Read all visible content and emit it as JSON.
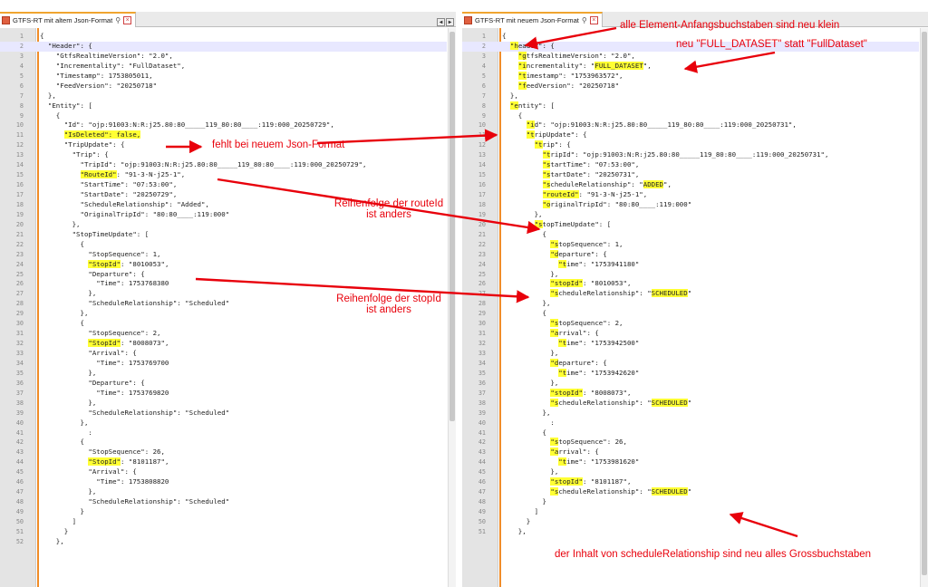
{
  "left": {
    "tab_title": "GTFS-RT mit altem Json-Format",
    "current_line": 2,
    "lines": [
      {
        "n": "1",
        "text": "{",
        "hl": []
      },
      {
        "n": "2",
        "text": "  \"Header\": {",
        "hl": []
      },
      {
        "n": "3",
        "text": "    \"GtfsRealtimeVersion\": \"2.0\",",
        "hl": []
      },
      {
        "n": "4",
        "text": "    \"Incrementality\": \"FullDataset\",",
        "hl": []
      },
      {
        "n": "5",
        "text": "    \"Timestamp\": 1753805011,",
        "hl": []
      },
      {
        "n": "6",
        "text": "    \"FeedVersion\": \"20250718\"",
        "hl": []
      },
      {
        "n": "7",
        "text": "  },",
        "hl": []
      },
      {
        "n": "8",
        "text": "  \"Entity\": [",
        "hl": []
      },
      {
        "n": "9",
        "text": "    {",
        "hl": []
      },
      {
        "n": "10",
        "text": "      \"Id\": \"ojp:91003:N:R:j25.80:80_____119_80:80____:119:000_20250729\",",
        "hl": []
      },
      {
        "n": "11",
        "text": "      \"IsDeleted\": false,",
        "hl": [
          "\"IsDeleted\": false,"
        ]
      },
      {
        "n": "12",
        "text": "      \"TripUpdate\": {",
        "hl": []
      },
      {
        "n": "13",
        "text": "        \"Trip\": {",
        "hl": []
      },
      {
        "n": "14",
        "text": "          \"TripId\": \"ojp:91003:N:R:j25.80:80_____119_80:80____:119:000_20250729\",",
        "hl": []
      },
      {
        "n": "15",
        "text": "          \"RouteId\": \"91-3-N-j25-1\",",
        "hl": [
          "\"RouteId\""
        ]
      },
      {
        "n": "16",
        "text": "          \"StartTime\": \"07:53:00\",",
        "hl": []
      },
      {
        "n": "17",
        "text": "          \"StartDate\": \"20250729\",",
        "hl": []
      },
      {
        "n": "18",
        "text": "          \"ScheduleRelationship\": \"Added\",",
        "hl": []
      },
      {
        "n": "19",
        "text": "          \"OriginalTripId\": \"80:80____:119:000\"",
        "hl": []
      },
      {
        "n": "20",
        "text": "        },",
        "hl": []
      },
      {
        "n": "21",
        "text": "        \"StopTimeUpdate\": [",
        "hl": []
      },
      {
        "n": "22",
        "text": "          {",
        "hl": []
      },
      {
        "n": "23",
        "text": "            \"StopSequence\": 1,",
        "hl": []
      },
      {
        "n": "24",
        "text": "            \"StopId\": \"8010053\",",
        "hl": [
          "\"StopId\""
        ]
      },
      {
        "n": "25",
        "text": "            \"Departure\": {",
        "hl": []
      },
      {
        "n": "26",
        "text": "              \"Time\": 1753768380",
        "hl": []
      },
      {
        "n": "27",
        "text": "            },",
        "hl": []
      },
      {
        "n": "28",
        "text": "            \"ScheduleRelationship\": \"Scheduled\"",
        "hl": []
      },
      {
        "n": "29",
        "text": "          },",
        "hl": []
      },
      {
        "n": "30",
        "text": "          {",
        "hl": []
      },
      {
        "n": "31",
        "text": "            \"StopSequence\": 2,",
        "hl": []
      },
      {
        "n": "32",
        "text": "            \"StopId\": \"8008073\",",
        "hl": [
          "\"StopId\""
        ]
      },
      {
        "n": "33",
        "text": "            \"Arrival\": {",
        "hl": []
      },
      {
        "n": "34",
        "text": "              \"Time\": 1753769700",
        "hl": []
      },
      {
        "n": "35",
        "text": "            },",
        "hl": []
      },
      {
        "n": "36",
        "text": "            \"Departure\": {",
        "hl": []
      },
      {
        "n": "37",
        "text": "              \"Time\": 1753769820",
        "hl": []
      },
      {
        "n": "38",
        "text": "            },",
        "hl": []
      },
      {
        "n": "39",
        "text": "            \"ScheduleRelationship\": \"Scheduled\"",
        "hl": []
      },
      {
        "n": "40",
        "text": "          },",
        "hl": []
      },
      {
        "n": "41",
        "text": "            :",
        "hl": []
      },
      {
        "n": "42",
        "text": "          {",
        "hl": []
      },
      {
        "n": "43",
        "text": "            \"StopSequence\": 26,",
        "hl": []
      },
      {
        "n": "44",
        "text": "            \"StopId\": \"8101187\",",
        "hl": [
          "\"StopId\""
        ]
      },
      {
        "n": "45",
        "text": "            \"Arrival\": {",
        "hl": []
      },
      {
        "n": "46",
        "text": "              \"Time\": 1753808820",
        "hl": []
      },
      {
        "n": "47",
        "text": "            },",
        "hl": []
      },
      {
        "n": "48",
        "text": "            \"ScheduleRelationship\": \"Scheduled\"",
        "hl": []
      },
      {
        "n": "49",
        "text": "          }",
        "hl": []
      },
      {
        "n": "50",
        "text": "        ]",
        "hl": []
      },
      {
        "n": "51",
        "text": "      }",
        "hl": []
      },
      {
        "n": "52",
        "text": "    },",
        "hl": []
      }
    ]
  },
  "right": {
    "tab_title": "GTFS-RT mit neuem Json-Format",
    "current_line": 2,
    "lines": [
      {
        "n": "1",
        "text": "{",
        "hl": []
      },
      {
        "n": "2",
        "text": "  \"header\": {",
        "hl": [
          "\"h"
        ]
      },
      {
        "n": "3",
        "text": "    \"gtfsRealtimeVersion\": \"2.0\",",
        "hl": [
          "\"g"
        ]
      },
      {
        "n": "4",
        "text": "    \"incrementality\": \"FULL_DATASET\",",
        "hl": [
          "\"i",
          "FULL_DATASET"
        ]
      },
      {
        "n": "5",
        "text": "    \"timestamp\": \"1753963572\",",
        "hl": [
          "\"t"
        ]
      },
      {
        "n": "6",
        "text": "    \"feedVersion\": \"20250718\"",
        "hl": [
          "\"f"
        ]
      },
      {
        "n": "7",
        "text": "  },",
        "hl": []
      },
      {
        "n": "8",
        "text": "  \"entity\": [",
        "hl": [
          "\"e"
        ]
      },
      {
        "n": "9",
        "text": "    {",
        "hl": []
      },
      {
        "n": "10",
        "text": "      \"id\": \"ojp:91003:N:R:j25.80:80_____119_80:80____:119:000_20250731\",",
        "hl": [
          "\"i"
        ]
      },
      {
        "n": "11",
        "text": "      \"tripUpdate\": {",
        "hl": [
          "\"t"
        ]
      },
      {
        "n": "12",
        "text": "        \"trip\": {",
        "hl": [
          "\"t"
        ]
      },
      {
        "n": "13",
        "text": "          \"tripId\": \"ojp:91003:N:R:j25.80:80_____119_80:80____:119:000_20250731\",",
        "hl": [
          "\"t"
        ]
      },
      {
        "n": "14",
        "text": "          \"startTime\": \"07:53:00\",",
        "hl": [
          "\"s"
        ]
      },
      {
        "n": "15",
        "text": "          \"startDate\": \"20250731\",",
        "hl": [
          "\"s"
        ]
      },
      {
        "n": "16",
        "text": "          \"scheduleRelationship\": \"ADDED\",",
        "hl": [
          "\"s",
          "ADDED"
        ]
      },
      {
        "n": "17",
        "text": "          \"routeId\": \"91-3-N-j25-1\",",
        "hl": [
          "\"routeId\""
        ]
      },
      {
        "n": "18",
        "text": "          \"originalTripId\": \"80:80____:119:000\"",
        "hl": [
          "\"o"
        ]
      },
      {
        "n": "19",
        "text": "        },",
        "hl": []
      },
      {
        "n": "20",
        "text": "        \"stopTimeUpdate\": [",
        "hl": [
          "\"s"
        ]
      },
      {
        "n": "21",
        "text": "          {",
        "hl": []
      },
      {
        "n": "22",
        "text": "            \"stopSequence\": 1,",
        "hl": [
          "\"s"
        ]
      },
      {
        "n": "23",
        "text": "            \"departure\": {",
        "hl": [
          "\"d"
        ]
      },
      {
        "n": "24",
        "text": "              \"time\": \"1753941180\"",
        "hl": [
          "\"t"
        ]
      },
      {
        "n": "25",
        "text": "            },",
        "hl": []
      },
      {
        "n": "26",
        "text": "            \"stopId\": \"8010053\",",
        "hl": [
          "\"stopId\""
        ]
      },
      {
        "n": "27",
        "text": "            \"scheduleRelationship\": \"SCHEDULED\"",
        "hl": [
          "\"s",
          "SCHEDULED"
        ]
      },
      {
        "n": "28",
        "text": "          },",
        "hl": []
      },
      {
        "n": "29",
        "text": "          {",
        "hl": []
      },
      {
        "n": "30",
        "text": "            \"stopSequence\": 2,",
        "hl": [
          "\"s"
        ]
      },
      {
        "n": "31",
        "text": "            \"arrival\": {",
        "hl": [
          "\"a"
        ]
      },
      {
        "n": "32",
        "text": "              \"time\": \"1753942500\"",
        "hl": [
          "\"t"
        ]
      },
      {
        "n": "33",
        "text": "            },",
        "hl": []
      },
      {
        "n": "34",
        "text": "            \"departure\": {",
        "hl": [
          "\"d"
        ]
      },
      {
        "n": "35",
        "text": "              \"time\": \"1753942620\"",
        "hl": [
          "\"t"
        ]
      },
      {
        "n": "36",
        "text": "            },",
        "hl": []
      },
      {
        "n": "37",
        "text": "            \"stopId\": \"8008073\",",
        "hl": [
          "\"stopId\""
        ]
      },
      {
        "n": "38",
        "text": "            \"scheduleRelationship\": \"SCHEDULED\"",
        "hl": [
          "\"s",
          "SCHEDULED"
        ]
      },
      {
        "n": "39",
        "text": "          },",
        "hl": []
      },
      {
        "n": "40",
        "text": "            :",
        "hl": []
      },
      {
        "n": "41",
        "text": "          {",
        "hl": []
      },
      {
        "n": "42",
        "text": "            \"stopSequence\": 26,",
        "hl": [
          "\"s"
        ]
      },
      {
        "n": "43",
        "text": "            \"arrival\": {",
        "hl": [
          "\"a"
        ]
      },
      {
        "n": "44",
        "text": "              \"time\": \"1753981620\"",
        "hl": [
          "\"t"
        ]
      },
      {
        "n": "45",
        "text": "            },",
        "hl": []
      },
      {
        "n": "46",
        "text": "            \"stopId\": \"8101187\",",
        "hl": [
          "\"stopId\""
        ]
      },
      {
        "n": "47",
        "text": "            \"scheduleRelationship\": \"SCHEDULED\"",
        "hl": [
          "\"s",
          "SCHEDULED"
        ]
      },
      {
        "n": "48",
        "text": "          }",
        "hl": []
      },
      {
        "n": "49",
        "text": "        ]",
        "hl": []
      },
      {
        "n": "50",
        "text": "      }",
        "hl": []
      },
      {
        "n": "51",
        "text": "    },",
        "hl": []
      }
    ]
  },
  "annotations": {
    "lowercase": "alle Element-Anfangsbuchstaben sind neu klein",
    "full_dataset": "neu \"FULL_DATASET\" statt \"FullDataset\"",
    "isdeleted_missing": "fehlt bei neuem Json-Format",
    "routeid_order": "Reihenfolge der routeId ist anders",
    "stopid_order": "Reihenfolge der stopId ist anders",
    "uppercase_values": "der Inhalt von scheduleRelationship sind neu alles Grossbuchstaben"
  },
  "colors": {
    "annotation": "#e8000b",
    "highlight": "#ffff33",
    "fold_bar": "#f08c28",
    "current_line": "#e8e8ff"
  }
}
